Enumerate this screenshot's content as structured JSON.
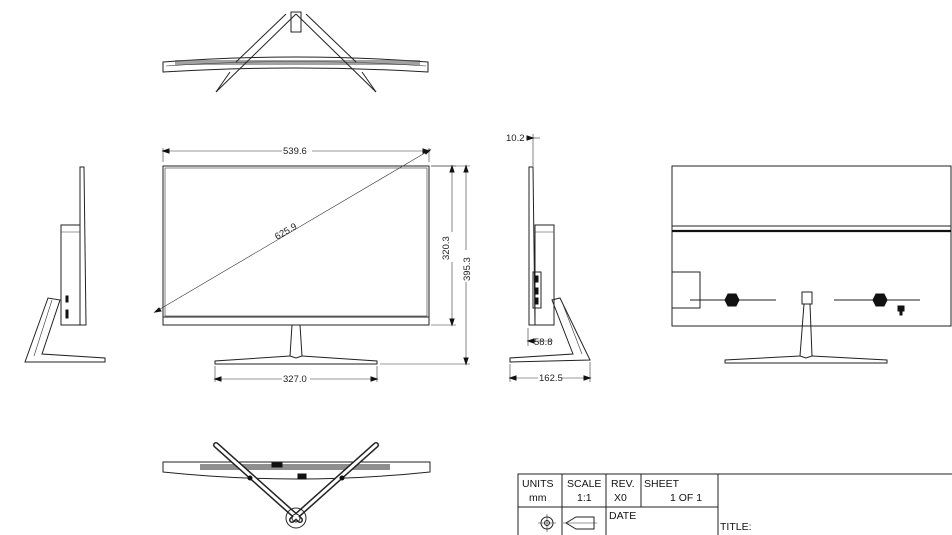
{
  "dimensions": {
    "width": "539.6",
    "diagonal": "625.9",
    "screen_height": "320.3",
    "total_height": "395.3",
    "base_width": "327.0",
    "depth_top": "10.2",
    "depth_neck": "58.8",
    "base_depth": "162.5"
  },
  "title_block": {
    "units_label": "UNITS",
    "units_value": "mm",
    "scale_label": "SCALE",
    "scale_value": "1:1",
    "rev_label": "REV.",
    "rev_value": "X0",
    "sheet_label": "SHEET",
    "sheet_value": "1 OF 1",
    "date_label": "DATE",
    "title_label": "TITLE:"
  }
}
